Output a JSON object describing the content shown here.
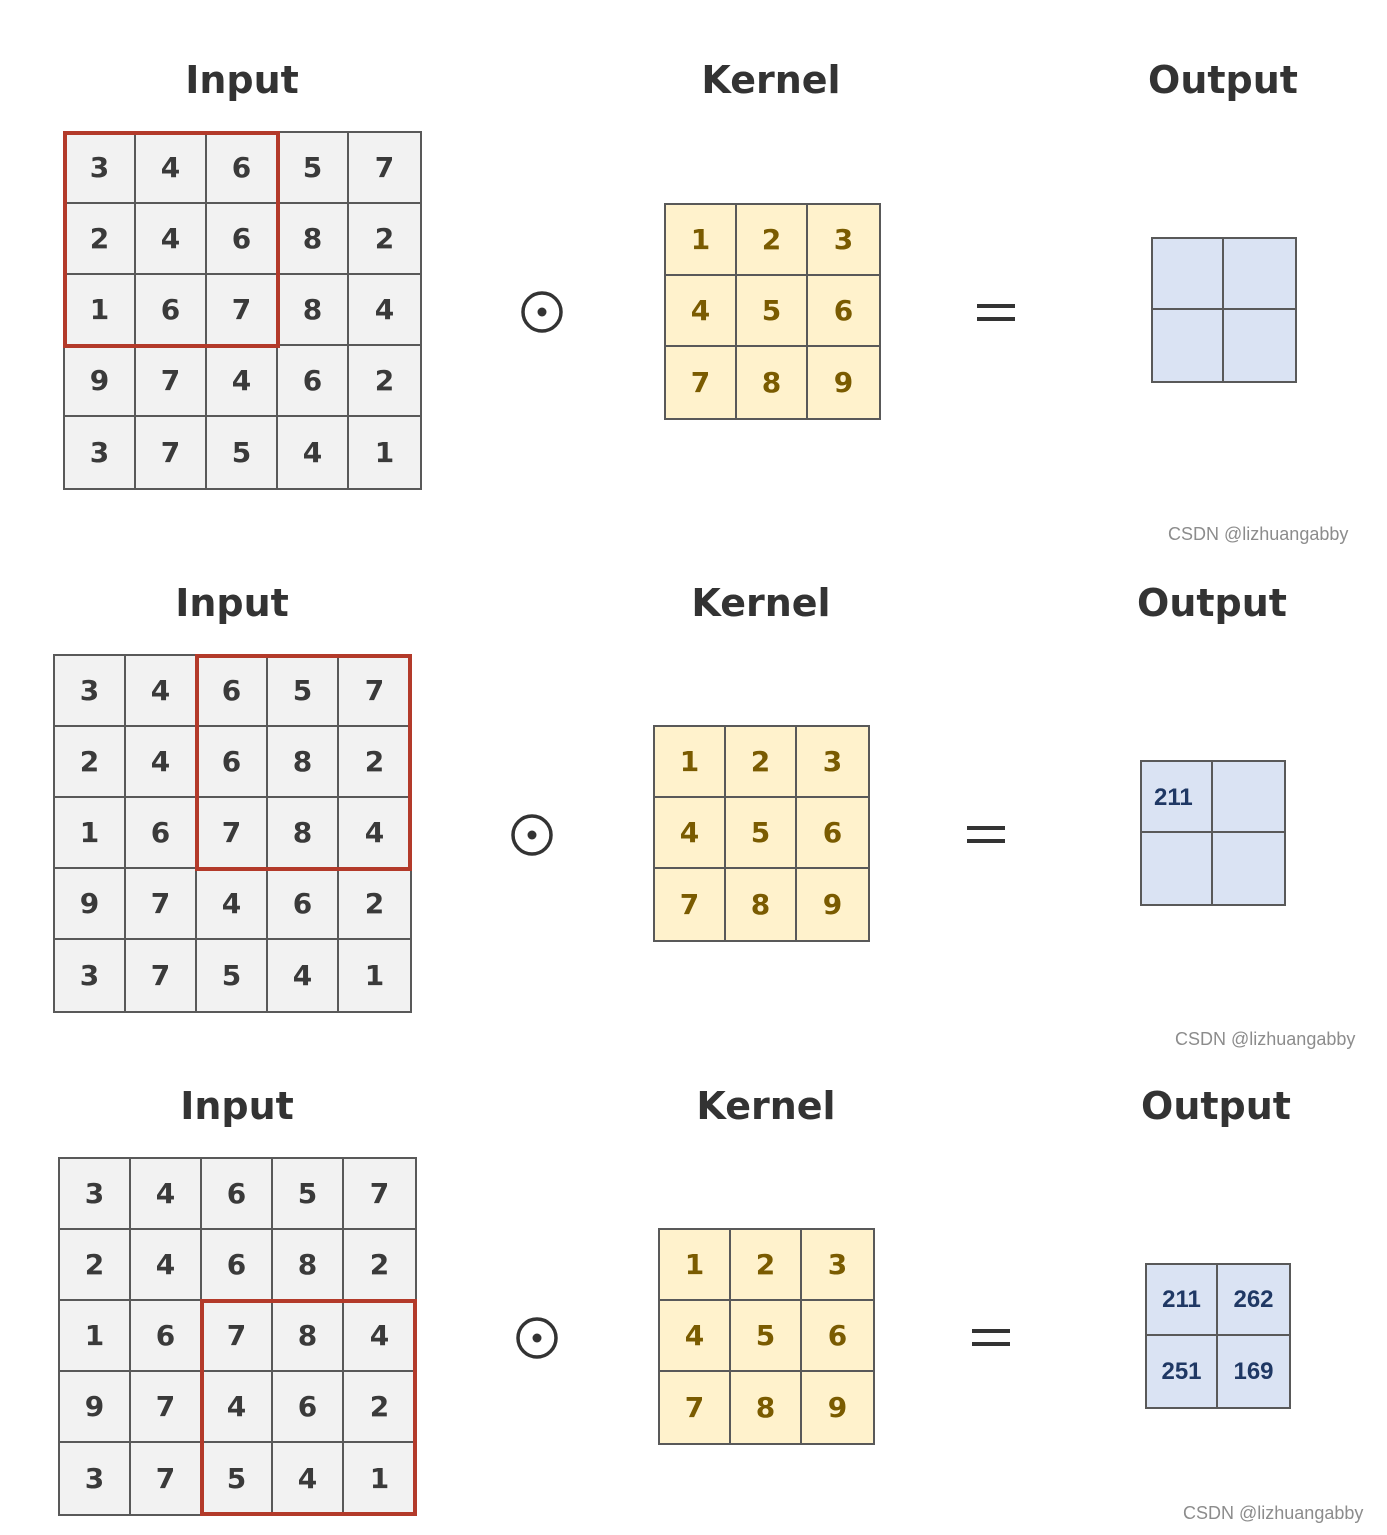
{
  "input_matrix": [
    [
      3,
      4,
      6,
      5,
      7
    ],
    [
      2,
      4,
      6,
      8,
      2
    ],
    [
      1,
      6,
      7,
      8,
      4
    ],
    [
      9,
      7,
      4,
      6,
      2
    ],
    [
      3,
      7,
      5,
      4,
      1
    ]
  ],
  "kernel_matrix": [
    [
      1,
      2,
      3
    ],
    [
      4,
      5,
      6
    ],
    [
      7,
      8,
      9
    ]
  ],
  "colors": {
    "input_fill": "#f2f2f2",
    "kernel_fill": "#fff2cc",
    "kernel_text": "#7a5b00",
    "output_fill": "#dae3f3",
    "output_text": "#1f3864",
    "window_border": "#b33a2a",
    "grid_line": "#595959"
  },
  "operator_symbol": "⊙",
  "equals_symbol": "=",
  "panels": [
    {
      "labels": {
        "input": "Input",
        "kernel": "Kernel",
        "output": "Output"
      },
      "window": {
        "row": 0,
        "col": 0,
        "size": 3
      },
      "output_values": [
        [
          "",
          ""
        ],
        [
          "",
          ""
        ]
      ],
      "watermark": "CSDN @lizhuangabby"
    },
    {
      "labels": {
        "input": "Input",
        "kernel": "Kernel",
        "output": "Output"
      },
      "window": {
        "row": 0,
        "col": 2,
        "size": 3
      },
      "output_values": [
        [
          "211",
          ""
        ],
        [
          "",
          ""
        ]
      ],
      "watermark": "CSDN @lizhuangabby"
    },
    {
      "labels": {
        "input": "Input",
        "kernel": "Kernel",
        "output": "Output"
      },
      "window": {
        "row": 2,
        "col": 2,
        "size": 3
      },
      "output_values": [
        [
          "211",
          "262"
        ],
        [
          "251",
          "169"
        ]
      ],
      "watermark": "CSDN @lizhuangabby"
    }
  ]
}
